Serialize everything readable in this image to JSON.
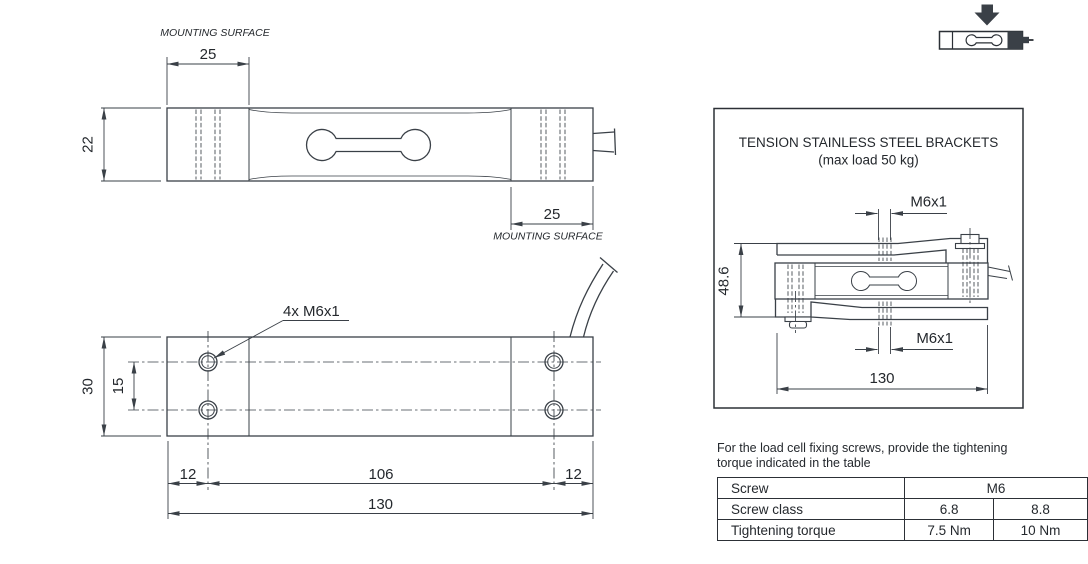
{
  "side_view": {
    "mounting_surface_top": "MOUNTING SURFACE",
    "mounting_surface_bottom": "MOUNTING SURFACE",
    "dim_mount_top": "25",
    "dim_mount_bottom": "25",
    "dim_height": "22"
  },
  "top_view": {
    "thread_callout": "4x M6x1",
    "dim_width": "30",
    "dim_hole_spacing": "15",
    "dim_end_left": "12",
    "dim_hole_distance": "106",
    "dim_end_right": "12",
    "dim_length": "130"
  },
  "bracket_panel": {
    "title": "TENSION STAINLESS STEEL BRACKETS",
    "subtitle": "(max load 50 kg)",
    "dim_thread_top": "M6x1",
    "dim_thread_bottom": "M6x1",
    "dim_height": "48.6",
    "dim_length": "130"
  },
  "note": {
    "line1": "For the load cell fixing screws, provide the tightening",
    "line2": "torque indicated in the table"
  },
  "torque_table": {
    "row1_label": "Screw",
    "row1_value": "M6",
    "row2_label": "Screw class",
    "row2_v1": "6.8",
    "row2_v2": "8.8",
    "row3_label": "Tightening torque",
    "row3_v1": "7.5 Nm",
    "row3_v2": "10 Nm"
  },
  "colors": {
    "line": "#3a4047",
    "text": "#24282d"
  }
}
